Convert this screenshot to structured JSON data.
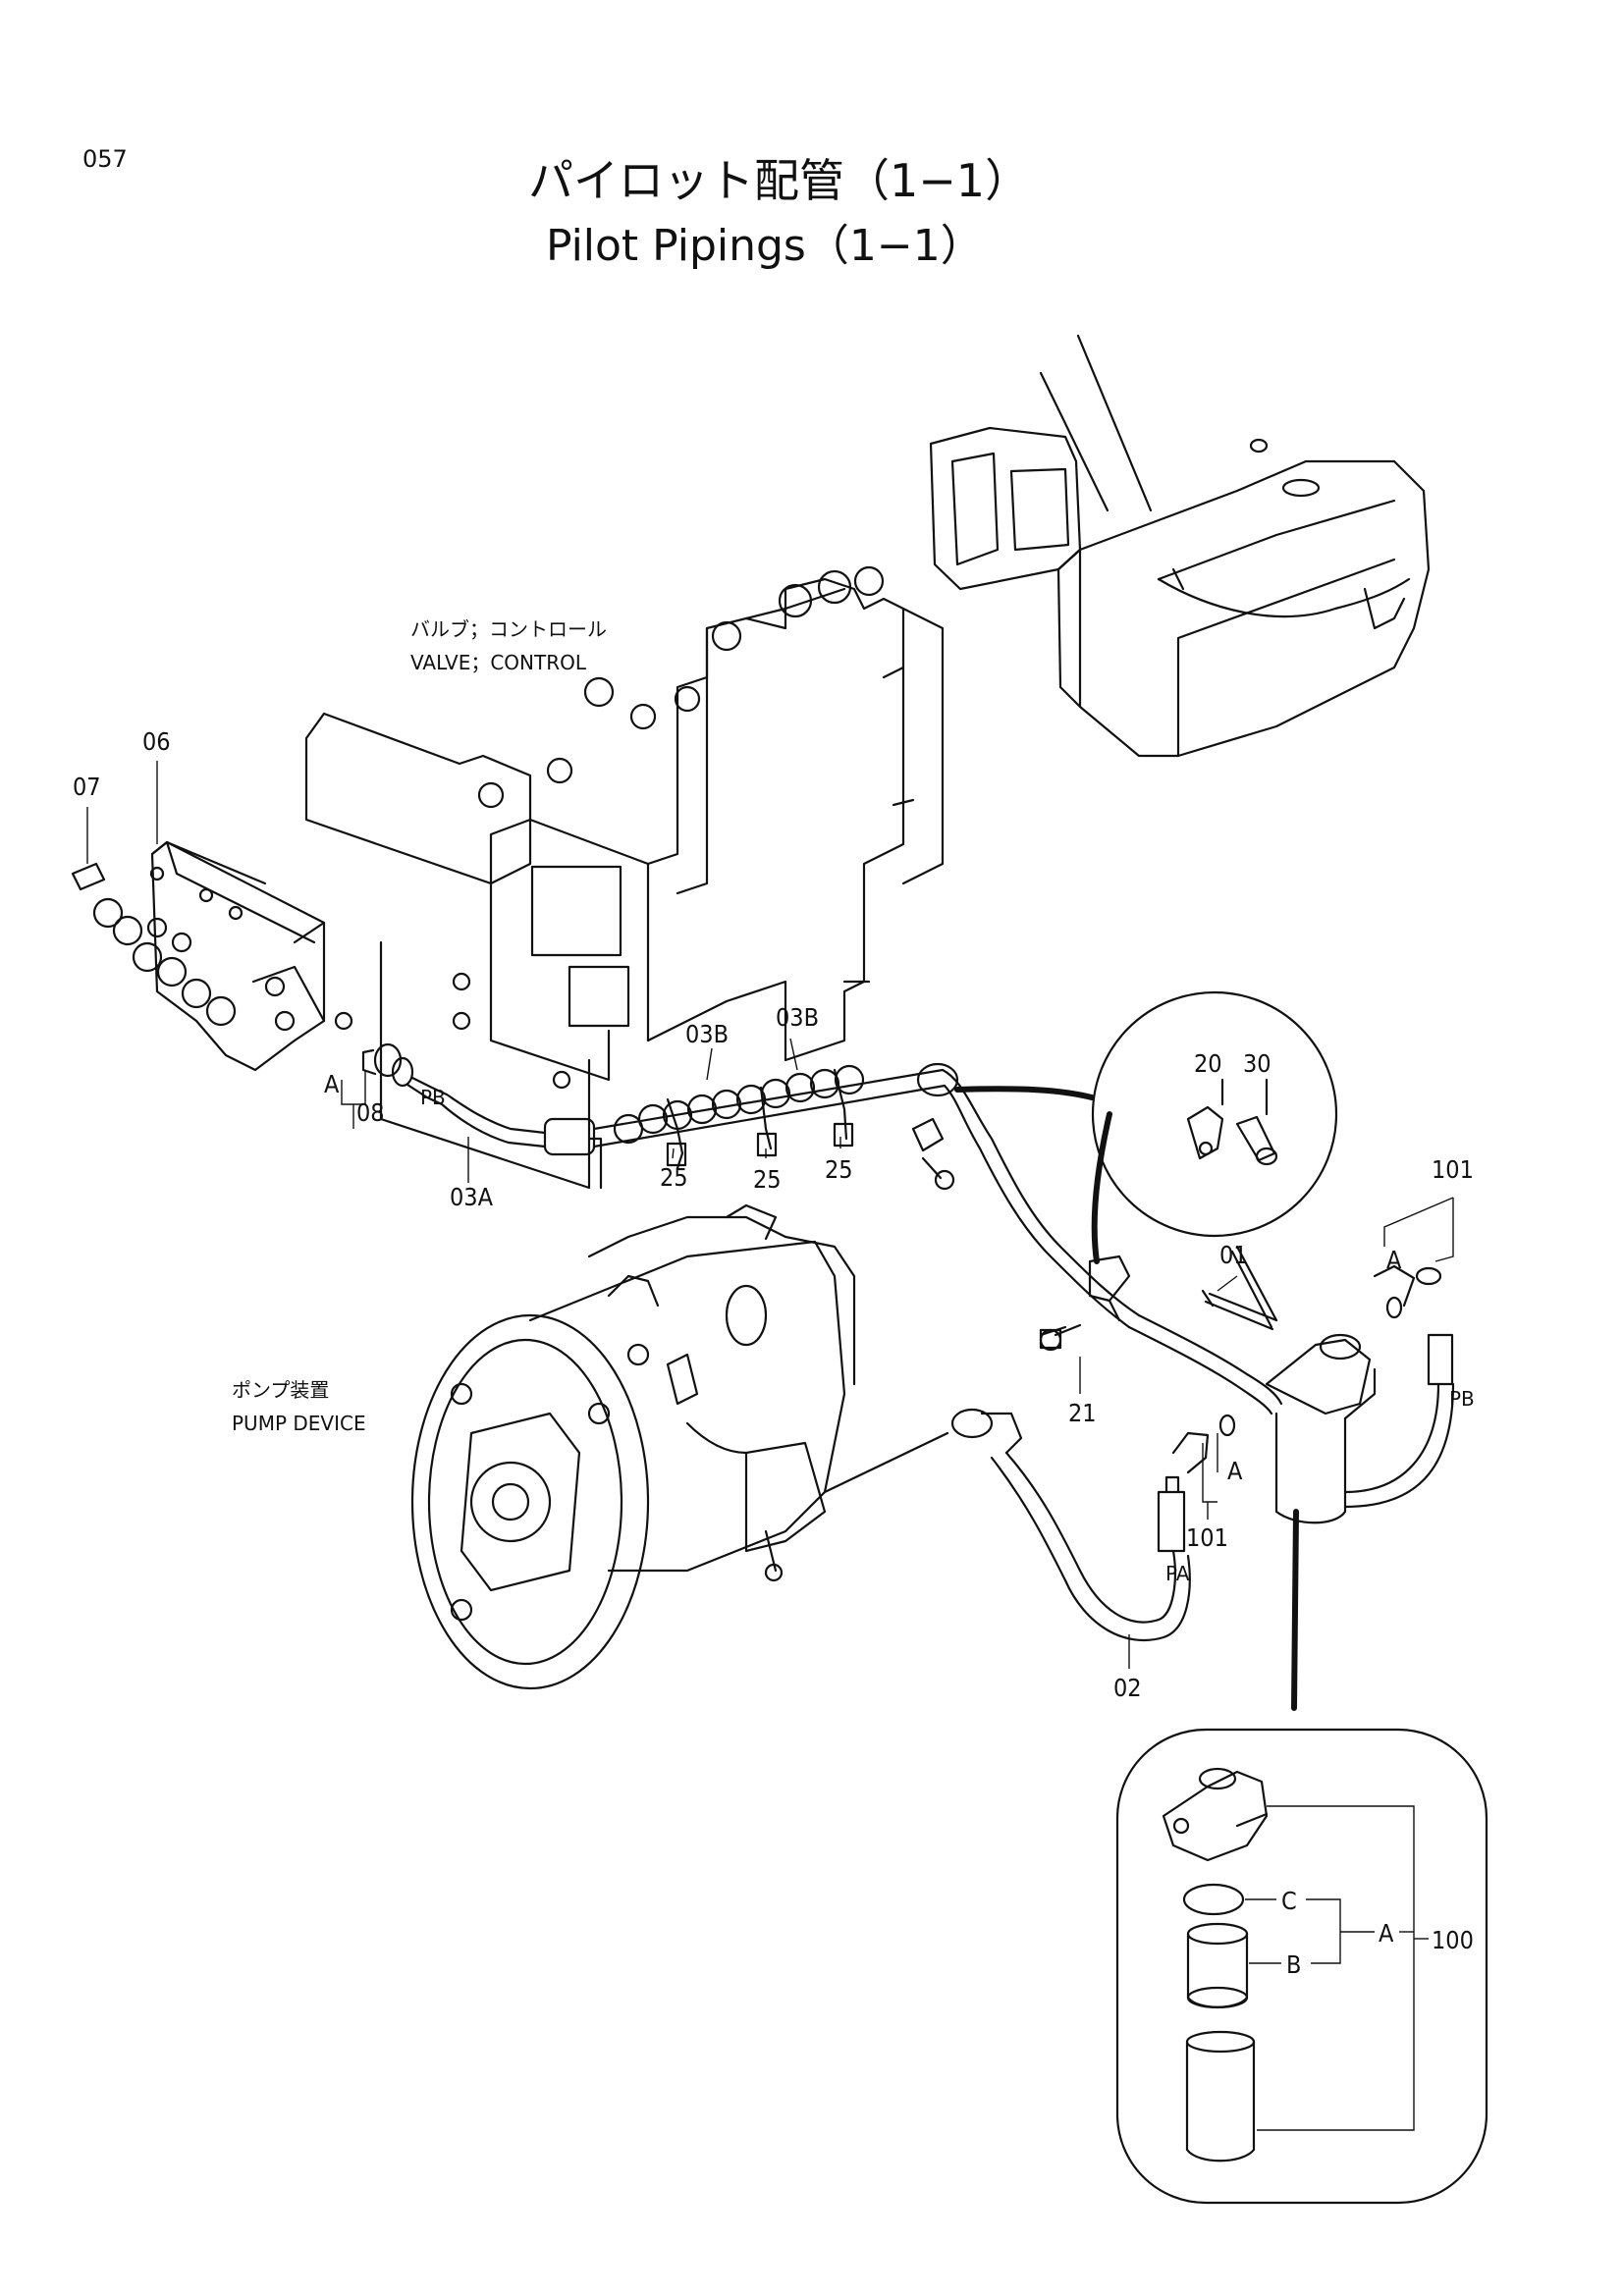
{
  "page": {
    "number": "057",
    "title_jp": "パイロット配管（1−1）",
    "title_en": "Pilot Pipings（1−1）"
  },
  "components": {
    "valve_jp": "バルブ；コントロール",
    "valve_en": "VALVE；CONTROL",
    "pump_jp": "ポンプ装置",
    "pump_en": "PUMP DEVICE"
  },
  "callouts": {
    "c07": "07",
    "c06": "06",
    "cA1": "A",
    "c08": "08",
    "cPB1": "PB",
    "c03A": "03A",
    "c03B_1": "03B",
    "c03B_2": "03B",
    "c25_1": "25",
    "c25_2": "25",
    "c25_3": "25",
    "c20": "20",
    "c30": "30",
    "c101_1": "101",
    "cA2": "A",
    "c01": "01",
    "c21": "21",
    "cA3": "A",
    "c101_2": "101",
    "cPA": "PA",
    "cPB2": "PB",
    "c02": "02"
  },
  "filter_detail": {
    "labelC": "C",
    "labelB": "B",
    "labelA": "A",
    "label100": "100"
  }
}
